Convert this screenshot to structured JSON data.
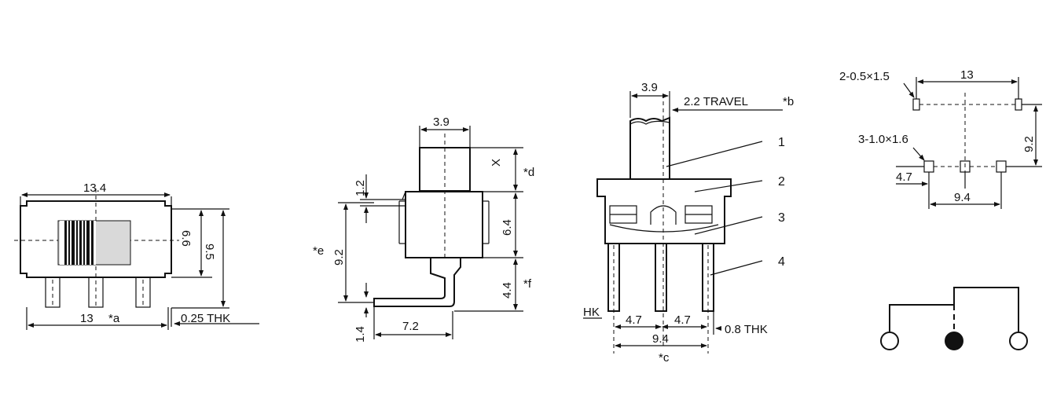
{
  "front_view": {
    "overall_width": "13.4",
    "body_height": "6.6",
    "total_height": "9.5",
    "pin_span": "13",
    "note_a": "*a",
    "thickness": "0.25 THK"
  },
  "side_view": {
    "actuator_width": "3.9",
    "tab_height": "1.2",
    "actuator_x": "X",
    "note_d": "*d",
    "body_height": "6.4",
    "pin_height": "4.4",
    "note_f": "*f",
    "pin_length": "9.2",
    "note_e": "*e",
    "bottom_offset": "1.4",
    "foot_length": "7.2"
  },
  "end_view": {
    "actuator_width": "3.9",
    "travel": "2.2 TRAVEL",
    "note_b": "*b",
    "part_labels": [
      "1",
      "2",
      "3",
      "4"
    ],
    "pitch_left": "4.7",
    "pitch_right": "4.7",
    "pin_thickness": "0.8 THK",
    "pin_span": "9.4",
    "note_c": "*c",
    "cut_text": "HK"
  },
  "pcb_layout": {
    "mount_holes": "2-0.5×1.5",
    "mount_span": "13",
    "row_spacing": "9.2",
    "pin_holes": "3-1.0×1.6",
    "pitch": "4.7",
    "pin_span": "9.4"
  },
  "schematic": {
    "terminals": [
      "open",
      "common",
      "open"
    ]
  }
}
